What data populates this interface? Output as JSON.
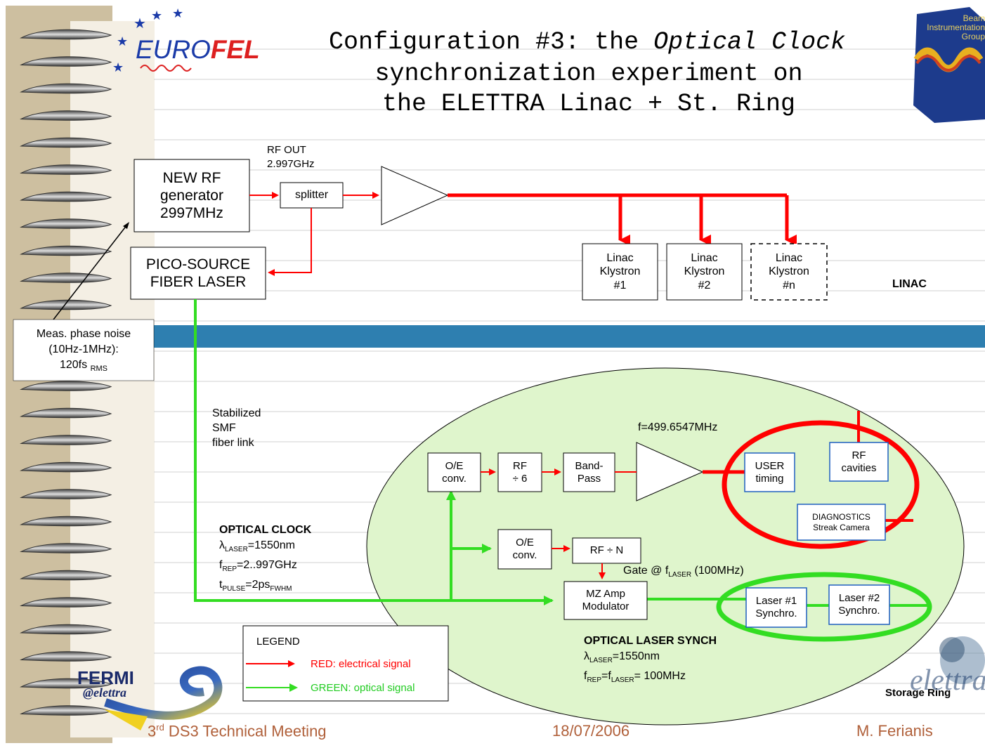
{
  "title": {
    "line1_bold": "Configuration #3",
    "line1_mid": ": the ",
    "line1_italic": "Optical Clock",
    "line2": "synchronization experiment on",
    "line3": "the ELETTRA Linac + St. Ring"
  },
  "logos": {
    "eurofel_euro": "EURO",
    "eurofel_fel": "FEL",
    "beam_group": [
      "Beam",
      "Instrumentation",
      "Group"
    ],
    "fermi_main": "FERMI",
    "fermi_sub": "@elettra",
    "elettra": "elettra"
  },
  "linac": {
    "rf_generator": [
      "NEW RF",
      "generator",
      "2997MHz"
    ],
    "rf_out": [
      "RF OUT",
      "2.997GHz"
    ],
    "splitter": "splitter",
    "pico_source": [
      "PICO-SOURCE",
      "FIBER LASER"
    ],
    "klystrons": [
      [
        "Linac",
        "Klystron",
        "#1"
      ],
      [
        "Linac",
        "Klystron",
        "#2"
      ],
      [
        "Linac",
        "Klystron",
        "#n"
      ]
    ],
    "section_label": "LINAC"
  },
  "phase_noise": {
    "line1": "Meas. phase noise",
    "line2": "(10Hz-1MHz):",
    "line3_main": "120fs ",
    "line3_sub": "RMS"
  },
  "fiber_link": [
    "Stabilized",
    "SMF",
    "fiber link"
  ],
  "optical_clock": {
    "title": "OPTICAL CLOCK",
    "lambda": "λ",
    "lambda_sub": "LASER",
    "lambda_val": "=1550nm",
    "frep": "f",
    "frep_sub": "REP",
    "frep_val": "=2..997GHz",
    "tpulse": "t",
    "tpulse_sub": "PULSE",
    "tpulse_val": "=2ps",
    "tpulse_val_sub": "FWHM"
  },
  "storage_ring": {
    "oe_conv": [
      "O/E",
      "conv."
    ],
    "rf_div6": [
      "RF",
      "÷ 6"
    ],
    "bandpass": [
      "Band-",
      "Pass"
    ],
    "freq_label": "f=499.6547MHz",
    "user_timing": [
      "USER",
      "timing"
    ],
    "rf_cavities": [
      "RF",
      "cavities"
    ],
    "diagnostics": [
      "DIAGNOSTICS",
      "Streak Camera"
    ],
    "oe_conv2": [
      "O/E",
      "conv."
    ],
    "rf_div_n": "RF ÷ N",
    "gate": "Gate @ f",
    "gate_sub": "LASER",
    "gate_tail": " (100MHz)",
    "mz_amp": [
      "MZ Amp",
      "Modulator"
    ],
    "laser1": [
      "Laser #1",
      "Synchro."
    ],
    "laser2": [
      "Laser #2",
      "Synchro."
    ],
    "ols_title": "OPTICAL LASER SYNCH",
    "ols_lambda": "λ",
    "ols_lambda_sub": "LASER",
    "ols_lambda_val": "=1550nm",
    "ols_f": "f",
    "ols_f_sub": "REP",
    "ols_f_mid": "=f",
    "ols_f_sub2": "LASER",
    "ols_f_val": "= 100MHz",
    "section_label": "Storage Ring"
  },
  "legend": {
    "title": "LEGEND",
    "red": "RED: electrical signal",
    "green": "GREEN: optical signal"
  },
  "footer": {
    "meeting_num": "3",
    "meeting_sup": "rd",
    "meeting_rest": " DS3 Technical Meeting",
    "date": "18/07/2006",
    "author": "M. Ferianis"
  },
  "colors": {
    "electrical": "#ff0000",
    "optical": "#33dd22",
    "box_blue": "#1f5fbf",
    "band_blue": "#2e7fb0",
    "ellipse_fill": "#dff5cc",
    "footer_text": "#b0603a",
    "title_text": "#000000"
  }
}
